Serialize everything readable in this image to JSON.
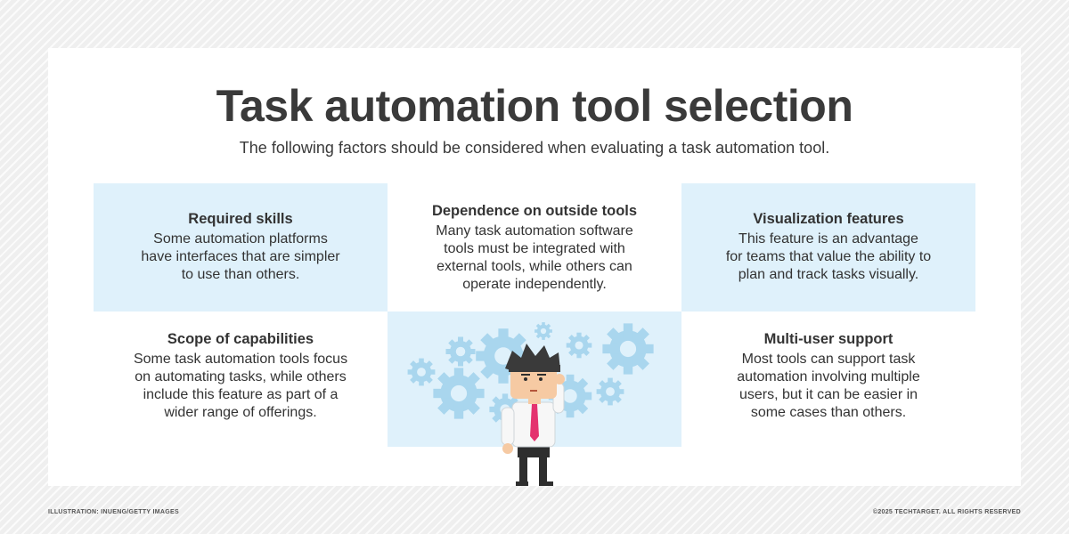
{
  "title": "Task automation tool selection",
  "subtitle": "The following factors should be considered when evaluating a task automation tool.",
  "factors": [
    {
      "heading": "Required skills",
      "body": "Some automation platforms\nhave interfaces that are simpler\nto use than others."
    },
    {
      "heading": "Dependence on outside tools",
      "body": "Many task automation software\ntools must be integrated with\nexternal tools, while others can\noperate independently."
    },
    {
      "heading": "Visualization features",
      "body": "This feature is an advantage\nfor teams that value the ability to\nplan and track tasks visually."
    },
    {
      "heading": "Scope of capabilities",
      "body": "Some task automation tools focus\non automating tasks, while others\ninclude this feature as part of a\nwider range of offerings."
    },
    {
      "heading": "Multi-user support",
      "body": "Most tools can support task\nautomation involving multiple\nusers, but it can be easier in\nsome cases than others."
    }
  ],
  "footer": {
    "illustration_credit": "ILLUSTRATION: INUENG/GETTY IMAGES",
    "copyright": "©2025 TECHTARGET. ALL RIGHTS RESERVED"
  },
  "colors": {
    "panel_blue": "#dff1fb",
    "gear_blue": "#a9d6ee",
    "text_dark": "#3a3a3a",
    "tie_pink": "#e4326f"
  },
  "illustration": {
    "subject": "businessman scratching head surrounded by gears",
    "icons": [
      "gear-icon"
    ]
  }
}
